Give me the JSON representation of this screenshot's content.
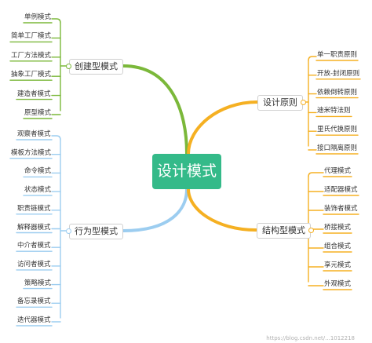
{
  "root": {
    "label": "设计模式"
  },
  "branches": {
    "creational": {
      "label": "创建型模式",
      "color": "#7bb83a",
      "items": [
        "单例模式",
        "简单工厂模式",
        "工厂方法模式",
        "抽象工厂模式",
        "建造者模式",
        "原型模式"
      ]
    },
    "behavioral": {
      "label": "行为型模式",
      "color": "#9ccdf0",
      "items": [
        "观察者模式",
        "模板方法模式",
        "命令模式",
        "状态模式",
        "职责链模式",
        "解释器模式",
        "中介者模式",
        "访问者模式",
        "策略模式",
        "备忘录模式",
        "迭代器模式"
      ]
    },
    "principles": {
      "label": "设计原则",
      "color": "#f5b022",
      "items": [
        "单一职责原则",
        "开放-封闭原则",
        "依赖倒转原则",
        "迪米特法则",
        "里氏代换原则",
        "接口隔离原则"
      ]
    },
    "structural": {
      "label": "结构型模式",
      "color": "#f5b022",
      "items": [
        "代理模式",
        "适配器模式",
        "装饰者模式",
        "桥接模式",
        "组合模式",
        "享元模式",
        "外观模式"
      ]
    }
  },
  "watermark": "https://blog.csdn.net/...1012218"
}
